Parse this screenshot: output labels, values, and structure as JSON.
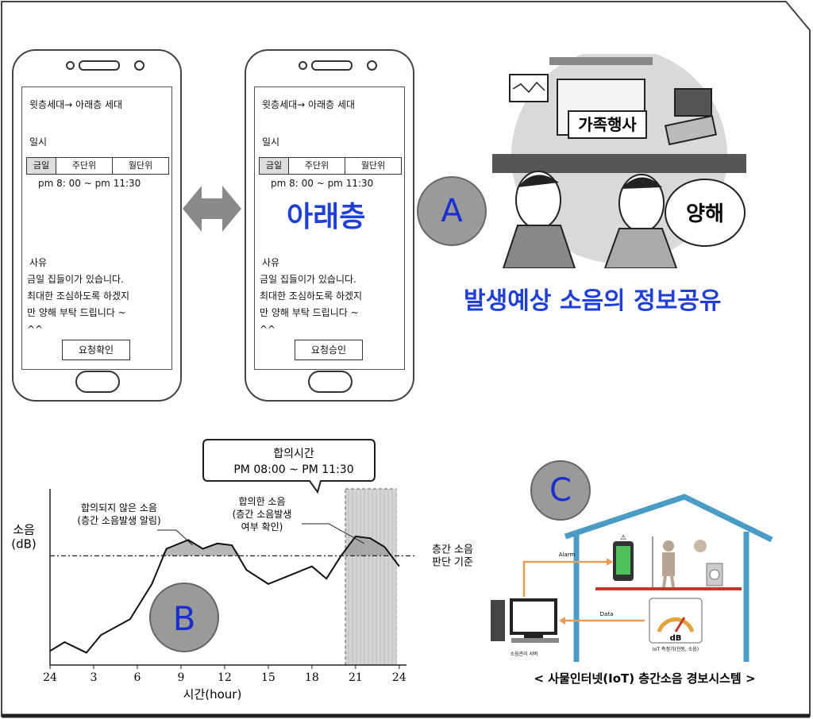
{
  "phones": [
    {
      "header": "윗층세대→ 아래층 세대",
      "date_label": "일시",
      "tabs": [
        "금일",
        "주단위",
        "월단위"
      ],
      "time_range": "pm 8: 00 ~ pm 11:30",
      "reason_label": "사유",
      "reason_text": "금일 집들이가 있습니다.\n최대한 조심하도록 하겠지\n만 양해 부탁 드립니다 ~\n^^",
      "button": "요청확인"
    },
    {
      "header": "윗층세대→ 아래층 세대",
      "date_label": "일시",
      "tabs": [
        "금일",
        "주단위",
        "월단위"
      ],
      "time_range": "pm 8: 00 ~ pm 11:30",
      "overlay": "아래층",
      "reason_label": "사유",
      "reason_text": "금일 집들이가 있습니다.\n최대한 조심하도록 하겠지\n만 양해 부탁 드립니다 ~\n^^",
      "button": "요청승인"
    }
  ],
  "section_a": {
    "circle_label": "A",
    "sign_text": "가족행사",
    "bubble_text": "양해",
    "caption": "발생예상 소음의 정보공유"
  },
  "section_b": {
    "circle_label": "B",
    "callout_title": "합의시간",
    "callout_time": "PM 08:00 ~ PM 11:30",
    "annotation_unagreed": "합의되지 않은 소음\n(층간 소음발생 알림)",
    "annotation_agreed": "합의한 소음\n(층간 소음발생\n여부 확인)",
    "threshold_label": "층간 소음\n판단 기준"
  },
  "chart_data": {
    "type": "line",
    "xlabel": "시간(hour)",
    "ylabel": "소음\n(dB)",
    "x_tick_labels": [
      "24",
      "3",
      "6",
      "9",
      "12",
      "15",
      "18",
      "21",
      "24"
    ],
    "x_ticks": [
      0,
      3,
      6,
      9,
      12,
      15,
      18,
      21,
      24
    ],
    "xlim": [
      0,
      24.5
    ],
    "ylim": [
      0,
      10
    ],
    "threshold": 6.2,
    "agreed_window": [
      20.3,
      23.8
    ],
    "series": [
      {
        "values_x": [
          0,
          1,
          2.5,
          3.5,
          5.5,
          7,
          8,
          9.5,
          10.5,
          11.5,
          12.5,
          13.5,
          15,
          16.5,
          18,
          19,
          20,
          21,
          22,
          23,
          24
        ],
        "values_y": [
          0.8,
          1.3,
          0.7,
          1.7,
          2.6,
          4.6,
          6.6,
          7.1,
          6.6,
          6.9,
          6.8,
          5.4,
          4.6,
          5.1,
          5.6,
          4.9,
          6.2,
          7.3,
          7.2,
          6.7,
          5.6
        ]
      }
    ]
  },
  "section_c": {
    "circle_label": "C",
    "alarm_label": "Alarm",
    "data_label": "Data",
    "meter_label": "dB",
    "meter_caption": "IoT 측정기(진동, 소음)",
    "monitor_caption": "소음관리 서버",
    "caption": "< 사물인터넷(IoT) 층간소음 경보시스템 >"
  }
}
